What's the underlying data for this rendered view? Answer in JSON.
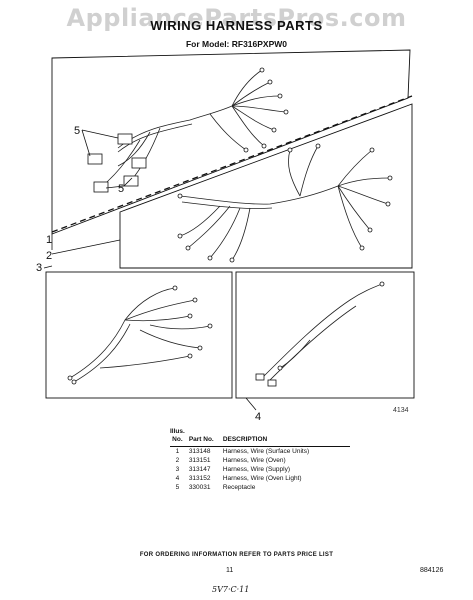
{
  "watermark": "AppliancePartsPros.com",
  "header": {
    "title": "WIRING HARNESS PARTS",
    "model": "For Model: RF316PXPW0"
  },
  "callouts": {
    "c1": "1",
    "c2": "2",
    "c3": "3",
    "c4": "4",
    "c5a": "5",
    "c5b": "5"
  },
  "figure_number": "4134",
  "parts_table": {
    "headers": {
      "illus": "Illus. No.",
      "part": "Part No.",
      "desc": "DESCRIPTION"
    },
    "rows": [
      {
        "illus": "1",
        "part": "313148",
        "desc": "Harness, Wire (Surface Units)"
      },
      {
        "illus": "2",
        "part": "313151",
        "desc": "Harness, Wire (Oven)"
      },
      {
        "illus": "3",
        "part": "313147",
        "desc": "Harness, Wire (Supply)"
      },
      {
        "illus": "4",
        "part": "313152",
        "desc": "Harness, Wire (Oven Light)"
      },
      {
        "illus": "5",
        "part": "330031",
        "desc": "Receptacle"
      }
    ]
  },
  "footer": {
    "order_info": "FOR ORDERING INFORMATION REFER TO PARTS PRICE LIST",
    "page": "11",
    "doc_number": "884126",
    "handwritten": "5V7·C·11"
  }
}
